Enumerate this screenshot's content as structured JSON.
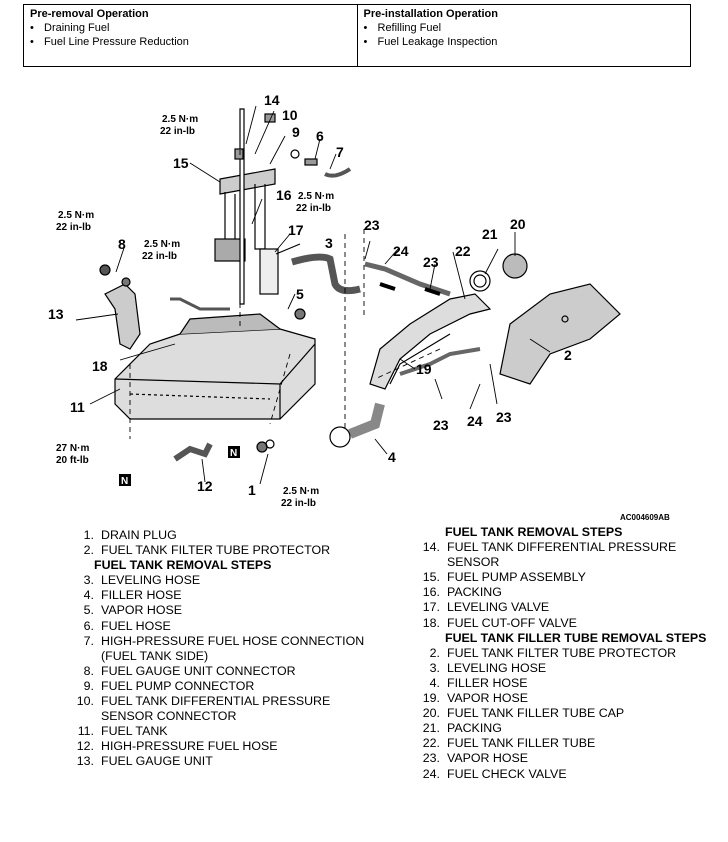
{
  "pre_removal": {
    "title": "Pre-removal Operation",
    "items": [
      "Draining Fuel",
      "Fuel Line Pressure Reduction"
    ]
  },
  "pre_installation": {
    "title": "Pre-installation Operation",
    "items": [
      "Refilling Fuel",
      "Fuel Leakage Inspection"
    ]
  },
  "diagram": {
    "code": "AC004609AB",
    "torques": {
      "t1a": "2.5 N·m",
      "t1b": "22 in-lb",
      "t2a": "2.5 N·m",
      "t2b": "22 in-lb",
      "t3a": "2.5 N·m",
      "t3b": "22 in-lb",
      "t4a": "2.5 N·m",
      "t4b": "22 in-lb",
      "t5a": "27 N·m",
      "t5b": "20 ft-lb",
      "t6a": "2.5 N·m",
      "t6b": "22 in-lb"
    },
    "callouts": {
      "c1": "1",
      "c2": "2",
      "c3": "3",
      "c4": "4",
      "c5": "5",
      "c6": "6",
      "c7": "7",
      "c8": "8",
      "c9": "9",
      "c10": "10",
      "c11": "11",
      "c12": "12",
      "c13": "13",
      "c14": "14",
      "c15": "15",
      "c16": "16",
      "c17": "17",
      "c18": "18",
      "c19": "19",
      "c20": "20",
      "c21": "21",
      "c22": "22",
      "c23a": "23",
      "c23b": "23",
      "c23c": "23",
      "c23d": "23",
      "c24a": "24",
      "c24b": "24"
    },
    "n_mark": "N"
  },
  "legend_left": [
    {
      "n": "1.",
      "t": "DRAIN PLUG"
    },
    {
      "n": "2.",
      "t": "FUEL TANK FILTER TUBE PROTECTOR"
    },
    {
      "sec": "FUEL TANK REMOVAL STEPS"
    },
    {
      "n": "3.",
      "t": "LEVELING HOSE"
    },
    {
      "n": "4.",
      "t": "FILLER HOSE"
    },
    {
      "n": "5.",
      "t": "VAPOR HOSE"
    },
    {
      "n": "6.",
      "t": "FUEL HOSE"
    },
    {
      "n": "7.",
      "t": "HIGH-PRESSURE FUEL HOSE CONNECTION (FUEL TANK SIDE)"
    },
    {
      "n": "8.",
      "t": "FUEL GAUGE UNIT CONNECTOR"
    },
    {
      "n": "9.",
      "t": "FUEL PUMP CONNECTOR"
    },
    {
      "n": "10.",
      "t": "FUEL TANK DIFFERENTIAL PRESSURE SENSOR CONNECTOR"
    },
    {
      "n": "11.",
      "t": "FUEL TANK"
    },
    {
      "n": "12.",
      "t": "HIGH-PRESSURE FUEL HOSE"
    },
    {
      "n": "13.",
      "t": "FUEL GAUGE UNIT"
    }
  ],
  "legend_right": [
    {
      "sec": "FUEL TANK REMOVAL STEPS"
    },
    {
      "n": "14.",
      "t": "FUEL TANK DIFFERENTIAL PRESSURE SENSOR"
    },
    {
      "n": "15.",
      "t": "FUEL PUMP ASSEMBLY"
    },
    {
      "n": "16.",
      "t": "PACKING"
    },
    {
      "n": "17.",
      "t": "LEVELING VALVE"
    },
    {
      "n": "18.",
      "t": "FUEL CUT-OFF VALVE"
    },
    {
      "sec": "FUEL TANK FILLER TUBE REMOVAL STEPS"
    },
    {
      "n": "2.",
      "t": "FUEL TANK FILTER TUBE PROTECTOR"
    },
    {
      "n": "3.",
      "t": "LEVELING HOSE"
    },
    {
      "n": "4.",
      "t": "FILLER HOSE"
    },
    {
      "n": "19.",
      "t": "VAPOR HOSE"
    },
    {
      "n": "20.",
      "t": "FUEL TANK FILLER TUBE CAP"
    },
    {
      "n": "21.",
      "t": "PACKING"
    },
    {
      "n": "22.",
      "t": "FUEL TANK FILLER TUBE"
    },
    {
      "n": "23.",
      "t": "VAPOR HOSE"
    },
    {
      "n": "24.",
      "t": "FUEL CHECK VALVE"
    }
  ]
}
